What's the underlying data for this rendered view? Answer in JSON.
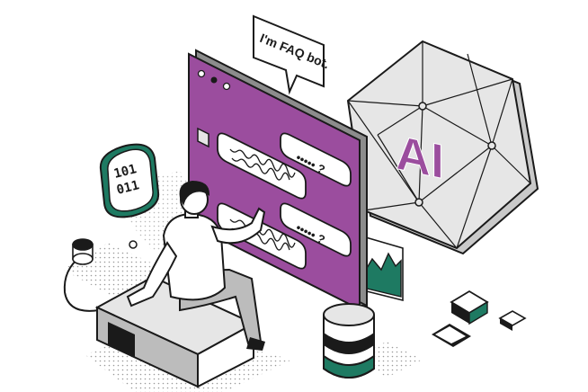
{
  "speech_bubble": {
    "text": "I'm FAQ bot."
  },
  "badge": {
    "line1": "101",
    "line2": "011"
  },
  "hexagon": {
    "text": "AI"
  },
  "chat": {
    "bubble1_text": "••••• ?",
    "bubble2_text": "••••• ?"
  },
  "colors": {
    "purple": "#9b4d9e",
    "green": "#1e7a62",
    "outline": "#1a1a1a",
    "light_gray": "#e6e6e6",
    "mid_gray": "#bcbcbc",
    "dark_gray": "#8c8c8c"
  }
}
